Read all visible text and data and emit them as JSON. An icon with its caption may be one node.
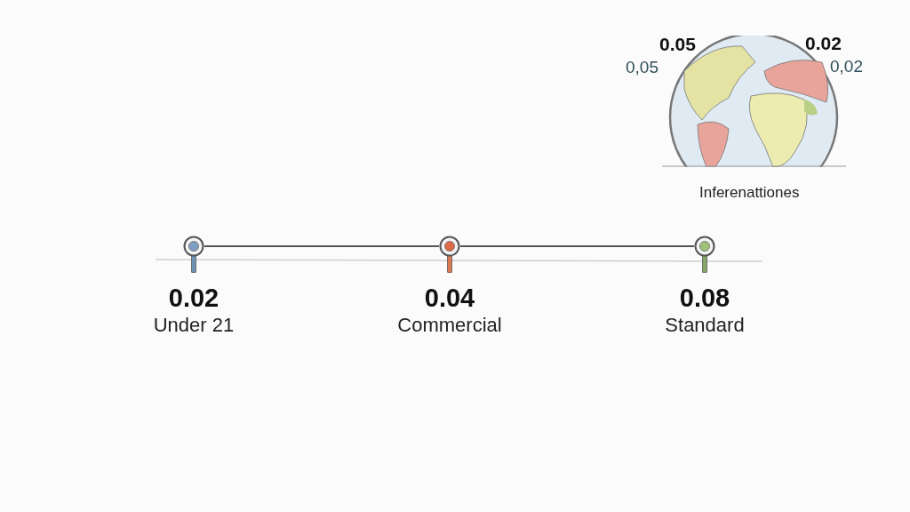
{
  "diagram": {
    "nodes": [
      {
        "text": [],
        "shape": "circle",
        "beside": [
          "0.02",
          "Under 21"
        ]
      },
      {
        "text": [],
        "shape": "circle",
        "beside": [
          "0.04",
          "Commercial"
        ]
      },
      {
        "text": [],
        "shape": "circle",
        "beside": [
          "0.08",
          "Standard"
        ]
      }
    ],
    "edges": [
      {
        "from": 0,
        "to": 1,
        "arrow": "none"
      },
      {
        "from": 1,
        "to": 2,
        "arrow": "none"
      }
    ],
    "labels": [
      "0.05",
      "0.02",
      "0,05",
      "0,02",
      "Inferenattiones"
    ]
  }
}
